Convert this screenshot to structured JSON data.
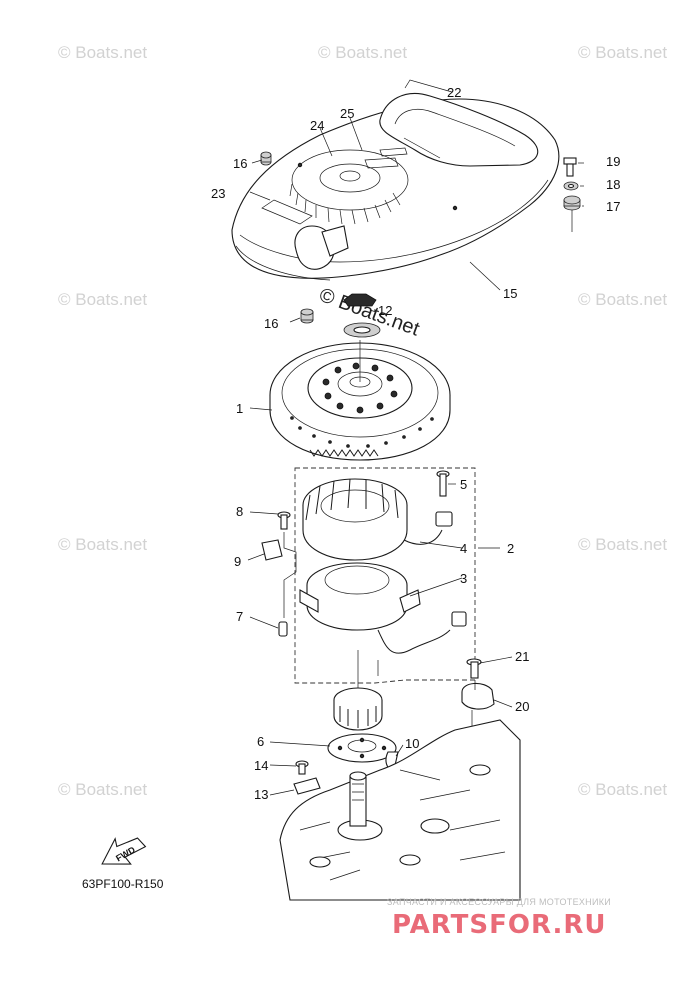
{
  "diagram": {
    "code": "63PF100-R150",
    "fwd_label": "FWD",
    "watermark": "© Boats.net",
    "brand_tagline": "ЗАПЧАСТИ И АКСЕССУАРЫ ДЛЯ МОТОТЕХНИКИ",
    "brand_name": "PARTSFOR.RU",
    "callouts": [
      "1",
      "2",
      "3",
      "4",
      "5",
      "6",
      "7",
      "8",
      "9",
      "10",
      "12",
      "13",
      "14",
      "15",
      "16",
      "16",
      "17",
      "18",
      "19",
      "20",
      "21",
      "22",
      "23",
      "24",
      "25"
    ]
  }
}
